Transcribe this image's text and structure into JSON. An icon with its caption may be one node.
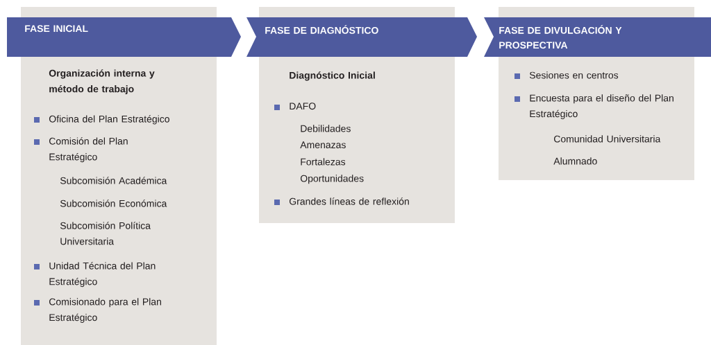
{
  "diagram": {
    "nodes": [
      {
        "text": [
          "FASE INICIAL"
        ]
      },
      {
        "text": [
          "Organización interna y método de trabajo",
          "Oficina del Plan Estratégico",
          "Comisión del Plan Estratégico",
          "Subcomisión Académica",
          "Subcomisión Económica",
          "Subcomisión Política Universitaria",
          "Unidad Técnica del Plan Estratégico",
          "Comisionado para el Plan Estratégico"
        ]
      },
      {
        "text": [
          "FASE DE DIAGNÓSTICO"
        ]
      },
      {
        "text": [
          "**Diagnóstico Inicia**l",
          "DAFO",
          "Debilidades",
          "Amenazas",
          "Fortalezas",
          "Oportunidades",
          "Grandes líneas de reflexión"
        ]
      },
      {
        "text": [
          "FASE DE DIVULGACIÓN Y PROSPECTIVA"
        ]
      },
      {
        "text": [
          "Sesiones en centros",
          "Encuesta para el diseño del Plan Estratégico",
          "Comunidad Universitaria",
          "Alumnado"
        ]
      }
    ]
  }
}
